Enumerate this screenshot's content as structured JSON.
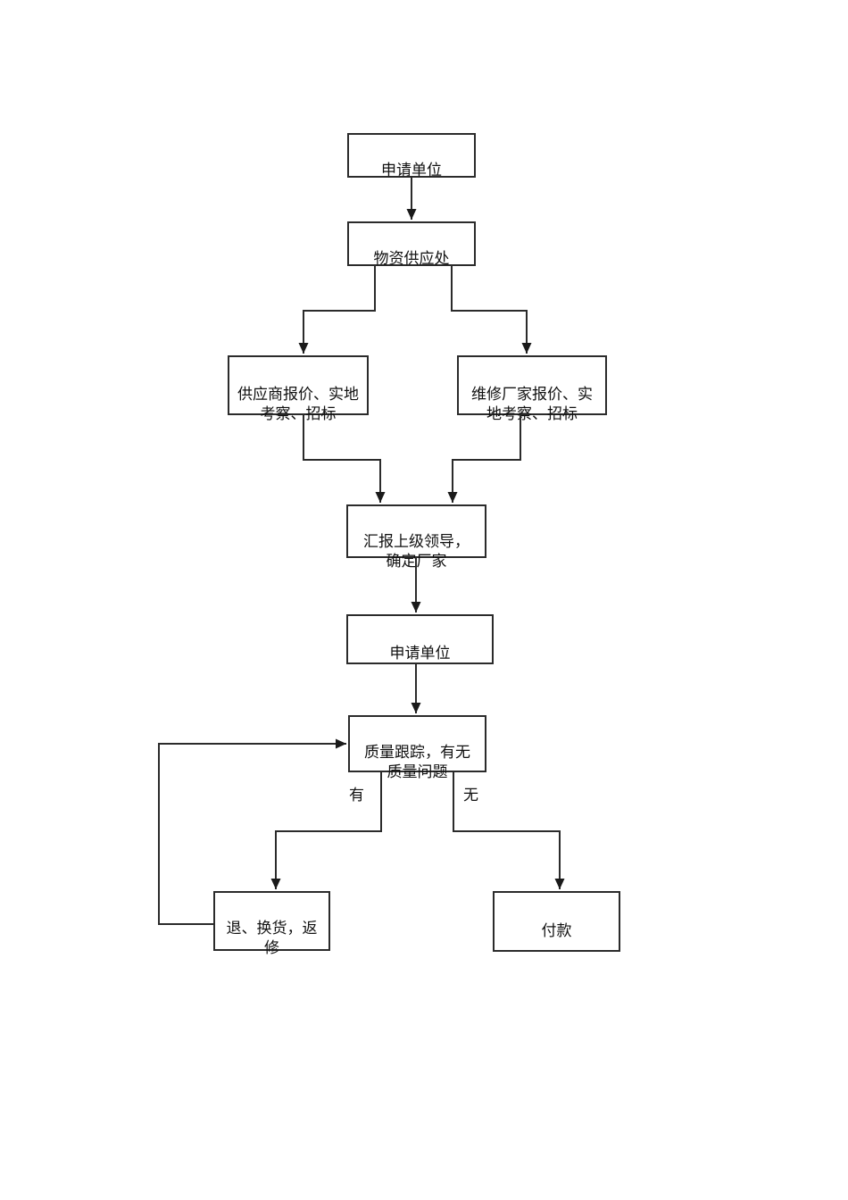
{
  "colors": {
    "background": "#ffffff",
    "line": "#2b2b2b",
    "text": "#111111",
    "node_fill": "#ffffff"
  },
  "flowchart": {
    "nodes": {
      "applicant_top": "申请单位",
      "supply_office": "物资供应处",
      "supplier_quote": "供应商报价、实地\n考察、招标",
      "repair_factory_quote": "维修厂家报价、实\n地考察、招标",
      "report_leaders": "汇报上级领导，\n确定厂家",
      "applicant_mid": "申请单位",
      "quality_tracking": "质量跟踪，有无\n质量问题",
      "return_exchange_repair": "退、换货，返\n修",
      "payment": "付款"
    },
    "edge_labels": {
      "has_issue": "有",
      "no_issue": "无"
    }
  }
}
